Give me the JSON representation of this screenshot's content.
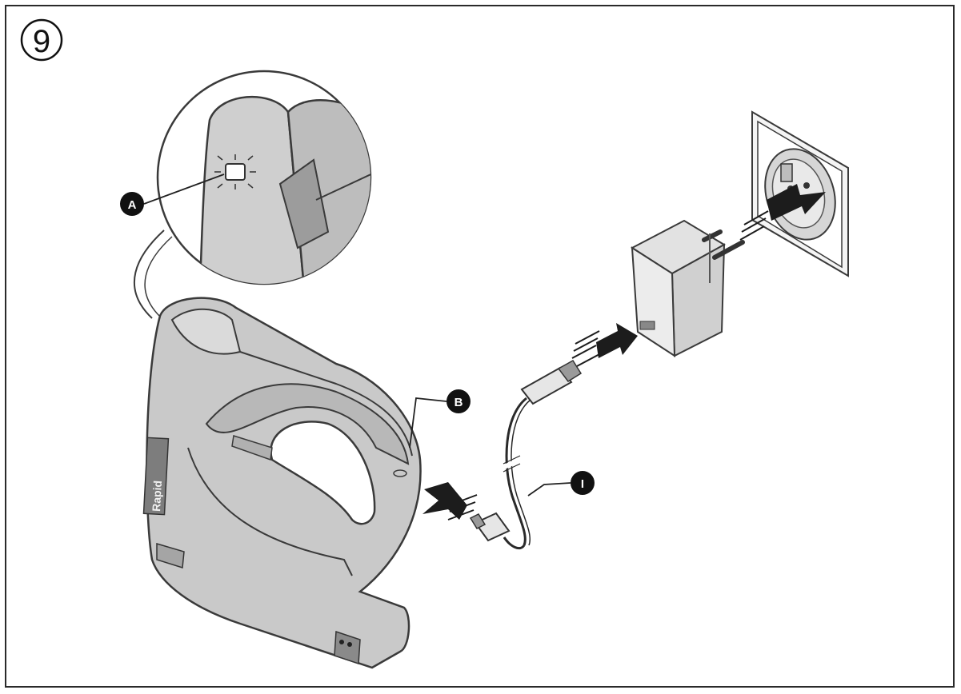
{
  "step": {
    "number": "9"
  },
  "callouts": {
    "a": "A",
    "b": "B",
    "i": "I"
  },
  "product": {
    "brand": "Rapid"
  },
  "colors": {
    "body": "#c9c9c9",
    "body_dark": "#9f9f9f",
    "outline": "#3a3a3a",
    "badge": "#111111",
    "arrow": "#1c1c1c"
  }
}
